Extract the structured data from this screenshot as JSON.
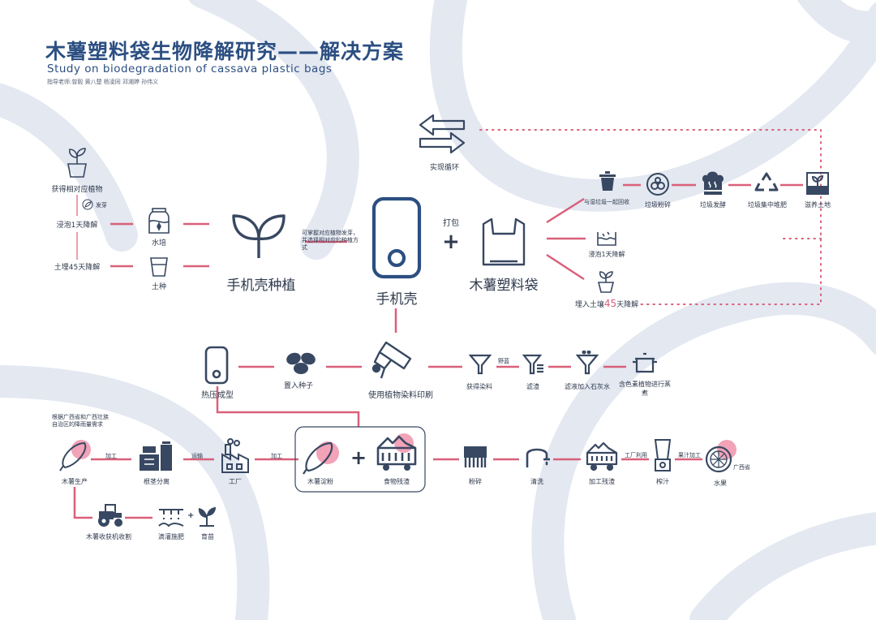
{
  "header": {
    "title": "木薯塑料袋生物降解研究——解决方案",
    "subtitle": "Study on biodegradation of cassava plastic bags",
    "credits": "指导老师:曾毅  黄八楚 杨凌同 邓湘婷 孙伟义"
  },
  "cycle": {
    "label": "实现循环"
  },
  "planting": {
    "obtain_plant": "获得相对应植物",
    "germinate": "发芽",
    "soak_degrade": "浸泡1天降解",
    "bury_degrade": "土埋45天降解",
    "water_planting": "水培",
    "soil_planting": "土种",
    "main_label": "手机壳种植",
    "note": "可掌握对应植物发芽，并选择相对应的种植方式"
  },
  "center": {
    "phone_case": "手机壳",
    "pack": "打包"
  },
  "bag": {
    "main_label": "木薯塑料袋",
    "recycle": "与湿垃圾一起回收",
    "crush": "垃圾粉碎",
    "ferment": "垃圾发酵",
    "compost": "垃圾集中堆肥",
    "nourish_soil": "滋养土地",
    "soak": "浸泡1天降解",
    "bury_prefix": "埋入土壤",
    "bury_number": "45",
    "bury_suffix": "天降解"
  },
  "middle": {
    "hot_press": "热压成型",
    "seeds": "置入种子",
    "plant_dye_print": "使用植物染料印刷",
    "get_dye": "获得染料",
    "filter_wash": "野蓝",
    "filter": "滤渣",
    "lime": "滤液加入石灰水",
    "pigment": "含色素植物进行蒸煮"
  },
  "bottom": {
    "note": "根据广西省和广西壮族自治区的降雨量需求",
    "cassava_production": "木薯生产",
    "process_label": "加工",
    "stem_separation": "根茎分离",
    "transport_label": "运输",
    "factory": "工厂",
    "factory_process_label": "加工",
    "cassava_starch": "木薯淀粉",
    "food_waste": "食物残渣",
    "crush": "粉碎",
    "wash": "清洗",
    "processing_waste": "加工残渣",
    "factory_reuse_label": "工厂利用",
    "juice": "榨汁",
    "fruit_process_label": "果汁加工",
    "fruit": "水果",
    "guangxi": "广西省",
    "harvest": "木薯收获机收割",
    "irrigation": "滴灌施肥",
    "seedling": "育苗"
  },
  "colors": {
    "navy": "#2c4f82",
    "icon": "#384862",
    "red": "#d9607a",
    "pink": "#f2a3b8",
    "bg_band": "#e3e8f1"
  },
  "icons": [
    "plant-pot-icon",
    "sprout-icon",
    "jar-icon",
    "cup-icon",
    "seedling-logo-icon",
    "phone-case-icon",
    "bag-icon",
    "trash-icon",
    "crush-icon",
    "steam-icon",
    "recycle-icon",
    "soil-icon",
    "water-icon",
    "swap-arrows-icon",
    "beans-icon",
    "roller-icon",
    "funnel-icon",
    "pot-icon",
    "cassava-icon",
    "boxes-icon",
    "factory-icon",
    "cart-icon",
    "comb-icon",
    "faucet-icon",
    "blender-icon",
    "lemon-icon",
    "tractor-icon",
    "drip-icon"
  ]
}
